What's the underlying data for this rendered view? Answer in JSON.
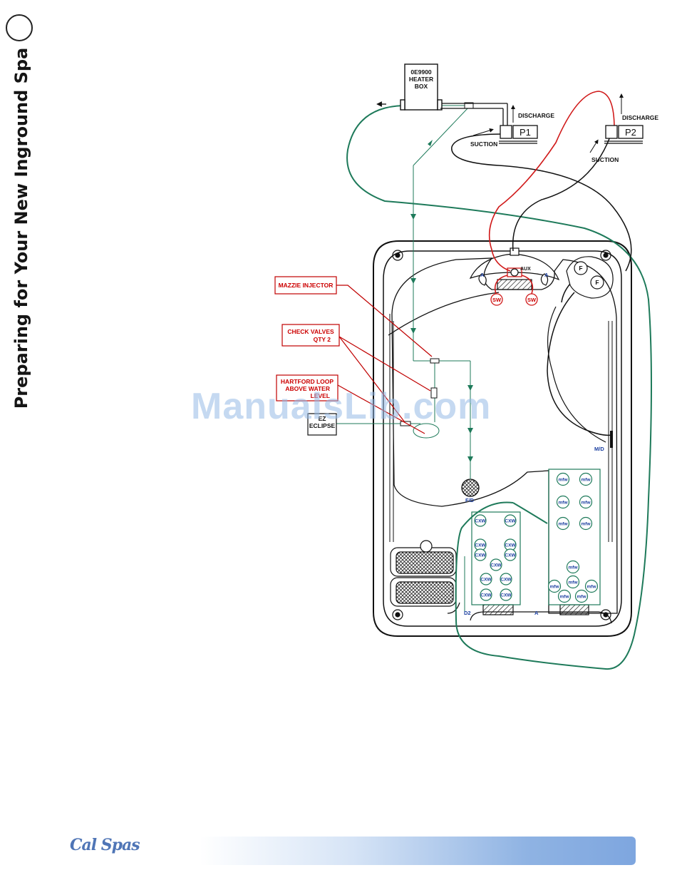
{
  "page": {
    "side_title": "Preparing for Your New Inground Spa",
    "brand": "Cal Spas",
    "watermark": "ManualsLib.com"
  },
  "diagram": {
    "heater_box": [
      "0E9900",
      "HEATER",
      "BOX"
    ],
    "pumps": [
      {
        "name": "P1",
        "discharge_label": "DISCHARGE",
        "suction_label": "SUCTION"
      },
      {
        "name": "P2",
        "discharge_label": "DISCHARGE",
        "suction_label": "SUCTION"
      }
    ],
    "callouts": {
      "mazzie_injector": "MAZZIE INJECTOR",
      "check_valves": [
        "CHECK VALVES",
        "QTY 2"
      ],
      "hartford_loop": [
        "HARTFORD LOOP",
        "ABOVE WATER",
        "LEVEL"
      ]
    },
    "ez_eclipse": [
      "EZ",
      "ECLIPSE"
    ],
    "labels": {
      "aux": "AUX",
      "a": "A",
      "sw": "SW",
      "f": "F",
      "md": "M/D",
      "fd": "F/D",
      "d2": "D2",
      "jet_cxw": "CXW",
      "jet_mfw": "mfw"
    },
    "colors": {
      "water_line": "#1e7a5a",
      "suction_line": "#111111",
      "discharge_line": "#d01919",
      "callout": "#c00000",
      "label_blue": "#1a3ea0"
    }
  }
}
